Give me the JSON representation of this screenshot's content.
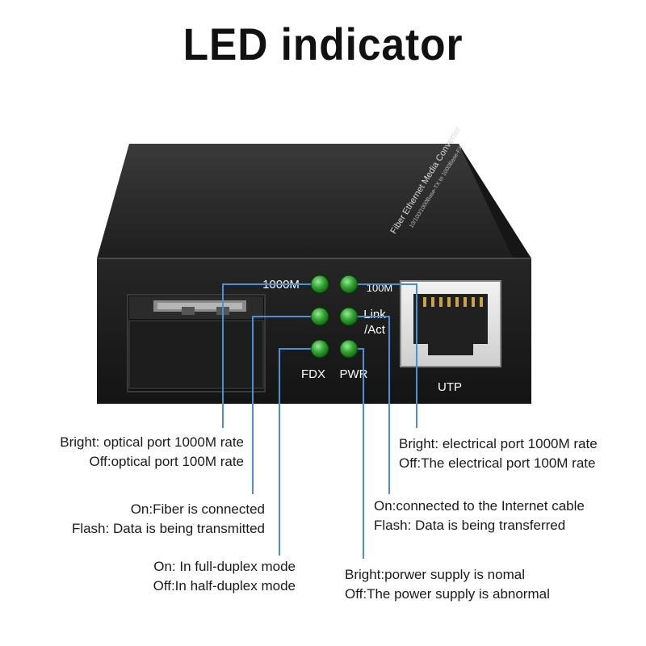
{
  "title": "LED indicator",
  "device": {
    "product_label": "Fiber Ethernet Media Converter",
    "product_sublabel": "10/100/1000Base-TX to 1000Base-FX",
    "led_labels": {
      "m1000": "1000M",
      "m100": "100M",
      "link": "Link",
      "act": "/Act",
      "fdx": "FDX",
      "pwr": "PWR"
    },
    "utp_label": "UTP"
  },
  "annotations": {
    "m1000": [
      "Bright: optical port 1000M rate",
      "Off:optical port 100M rate"
    ],
    "fiber": [
      "On:Fiber is connected",
      "Flash: Data is being transmitted"
    ],
    "fdx": [
      "On: In full-duplex mode",
      "Off:In half-duplex mode"
    ],
    "m100": [
      "Bright: electrical port 1000M rate",
      "Off:The electrical port 100M rate"
    ],
    "link": [
      "On:connected to the Internet cable",
      "Flash: Data is being transferred"
    ],
    "pwr": [
      "Bright:porwer supply is nomal",
      "Off:The power supply is abnormal"
    ]
  },
  "colors": {
    "led_green": "#2fa52f",
    "leader_blue": "#4a90d9",
    "housing": "#1c1c1c"
  }
}
